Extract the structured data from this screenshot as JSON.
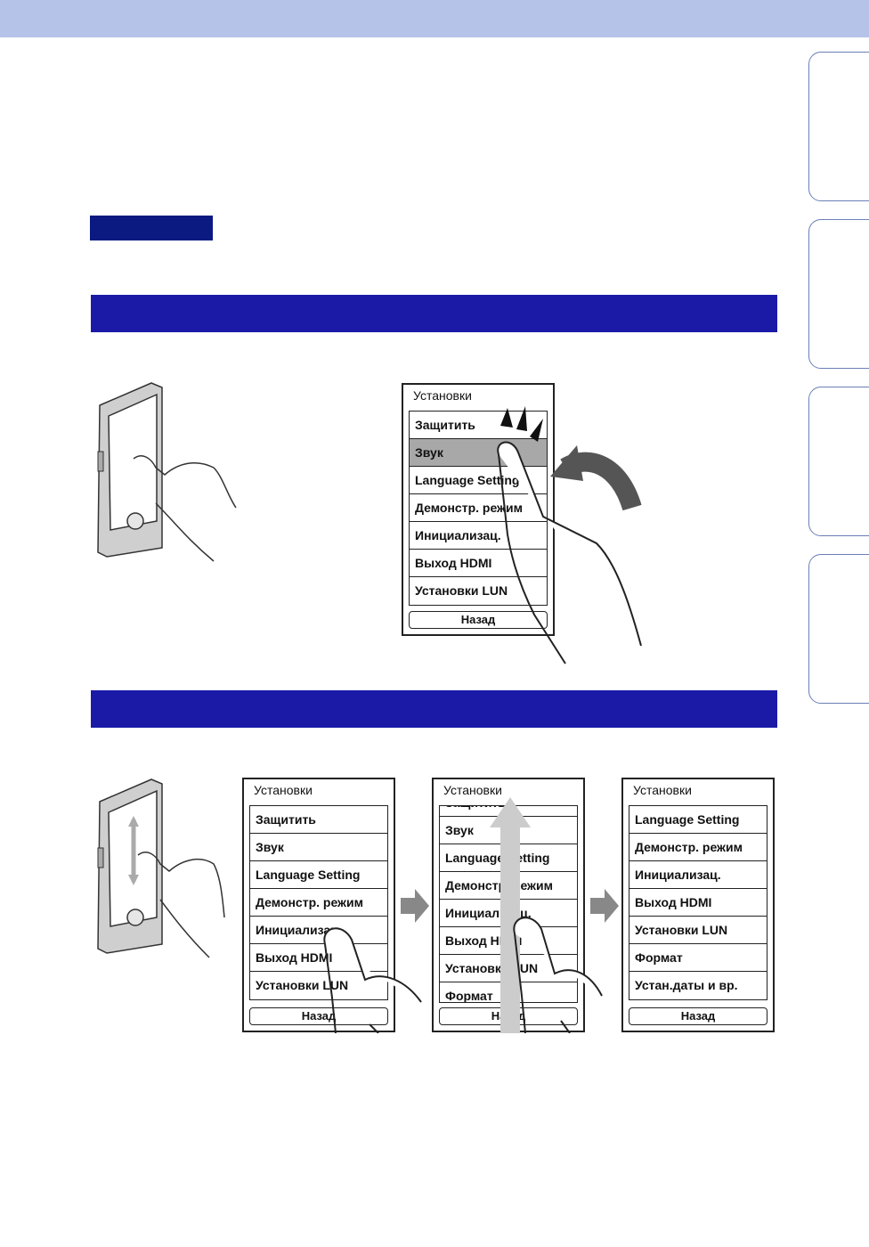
{
  "tap_panel": {
    "title": "Установки",
    "items": [
      "Защитить",
      "Звук",
      "Language Setting",
      "Демонстр. режим",
      "Инициализац.",
      "Выход HDMI",
      "Установки LUN"
    ],
    "back_label": "Назад"
  },
  "drag_panels": [
    {
      "title": "Установки",
      "items": [
        "Защитить",
        "Звук",
        "Language Setting",
        "Демонстр. режим",
        "Инициализац.",
        "Выход HDMI",
        "Установки LUN"
      ],
      "back_label": "Назад"
    },
    {
      "title": "Установки",
      "items": [
        "Защитить",
        "Звук",
        "Language Setting",
        "Демонстр. режим",
        "Инициализац.",
        "Выход HDMI",
        "Установки LUN",
        "Формат"
      ],
      "back_label": "Назад"
    },
    {
      "title": "Установки",
      "items": [
        "Language Setting",
        "Демонстр. режим",
        "Инициализац.",
        "Выход HDMI",
        "Установки LUN",
        "Формат",
        "Устан.даты и вр."
      ],
      "back_label": "Назад"
    }
  ],
  "colors": {
    "top_band": "#b6c3e9",
    "section_bar": "#1a1aa7",
    "note_tag": "#0a1a80",
    "selected_item": "#a8a8a8"
  }
}
